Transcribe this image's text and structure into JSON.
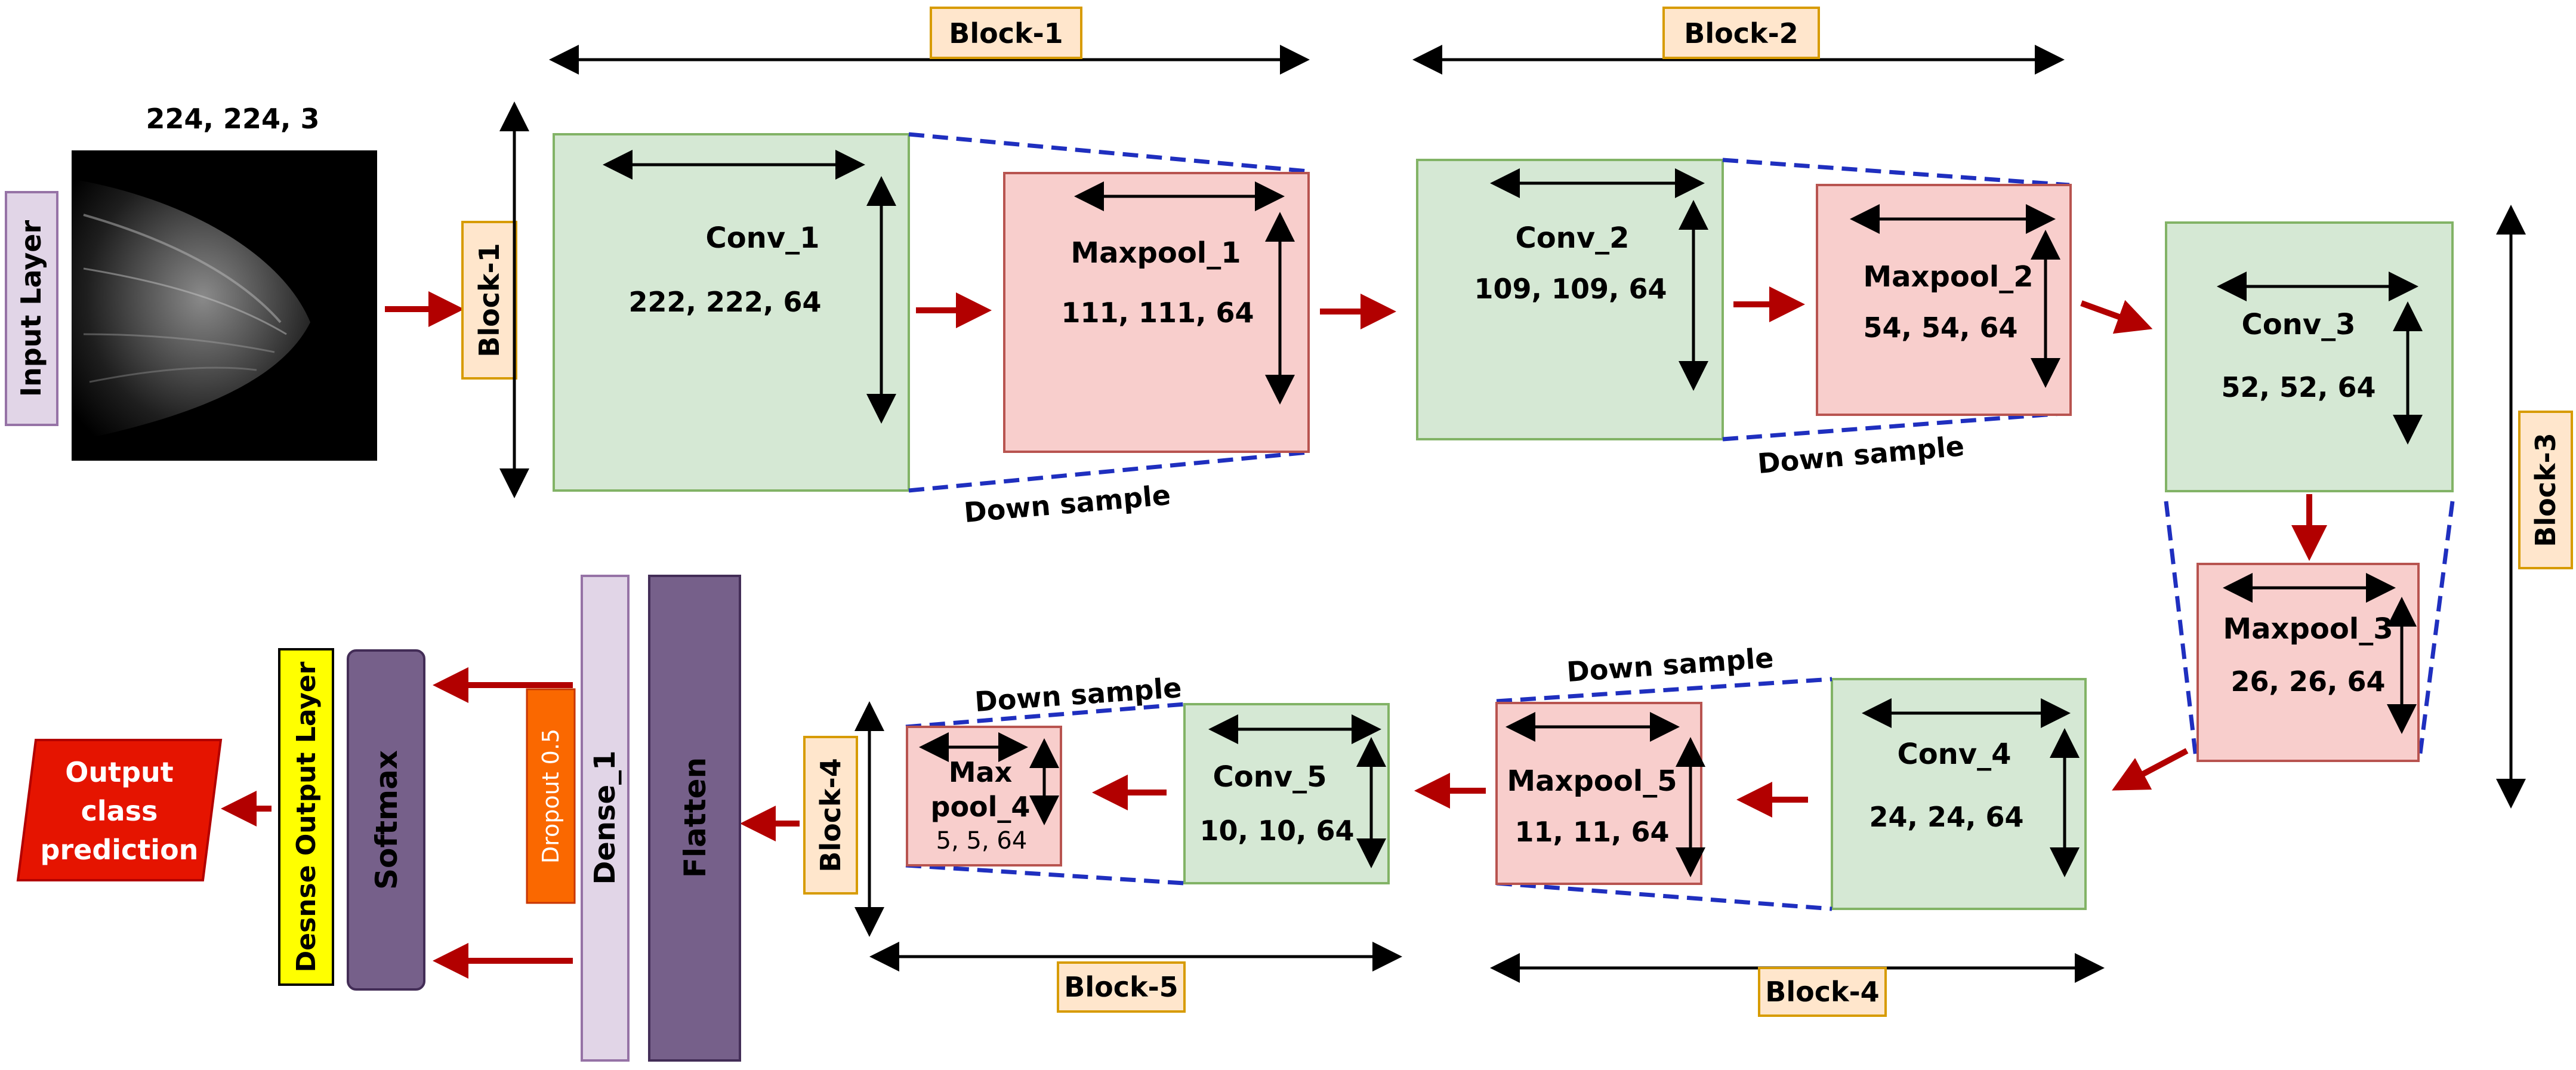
{
  "input": {
    "label": "Input Layer",
    "shape": "224, 224, 3"
  },
  "blocks": {
    "block1_top": "Block-1",
    "block1_side": "Block-1",
    "block2_top": "Block-2",
    "block3_side": "Block-3",
    "block4_bottom": "Block-4",
    "block4_side": "Block-4",
    "block5_bottom": "Block-5"
  },
  "layers": {
    "conv1": {
      "name": "Conv_1",
      "shape": "222, 222, 64"
    },
    "maxpool1": {
      "name": "Maxpool_1",
      "shape": "111, 111, 64"
    },
    "conv2": {
      "name": "Conv_2",
      "shape": "109, 109, 64"
    },
    "maxpool2": {
      "name": "Maxpool_2",
      "shape": "54, 54, 64"
    },
    "conv3": {
      "name": "Conv_3",
      "shape": "52, 52, 64"
    },
    "maxpool3": {
      "name": "Maxpool_3",
      "shape": "26, 26, 64"
    },
    "conv4": {
      "name": "Conv_4",
      "shape": "24, 24, 64"
    },
    "maxpool5": {
      "name": "Maxpool_5",
      "shape": "11, 11, 64"
    },
    "conv5": {
      "name": "Conv_5",
      "shape": "10, 10, 64"
    },
    "maxpool4": {
      "name_line1": "Max",
      "name_line2": "pool_4",
      "shape": "5, 5, 64"
    }
  },
  "head": {
    "flatten": "Flatten",
    "dense": "Dense_1",
    "dropout": "Dropout 0.5",
    "softmax": "Softmax",
    "output_layer": "Desnse Output Layer",
    "output_line1": "Output",
    "output_line2": "class",
    "output_line3": "prediction"
  },
  "annotations": {
    "downsample": "Down sample"
  },
  "colors": {
    "conv_fill": "#d5e8d4",
    "conv_stroke": "#82b366",
    "pool_fill": "#f8cecc",
    "pool_stroke": "#b85450",
    "block_label_fill": "#ffe6cc",
    "block_label_stroke": "#d79b00",
    "flow_arrow": "#b20000",
    "dashed": "#1f2fbf",
    "dense_fill": "#e1d5e7",
    "dense_stroke": "#9673a6",
    "flatten_fill": "#76608a",
    "dropout_fill": "#fa6800",
    "output_layer_fill": "#ffff00",
    "output_fill": "#e51400"
  }
}
